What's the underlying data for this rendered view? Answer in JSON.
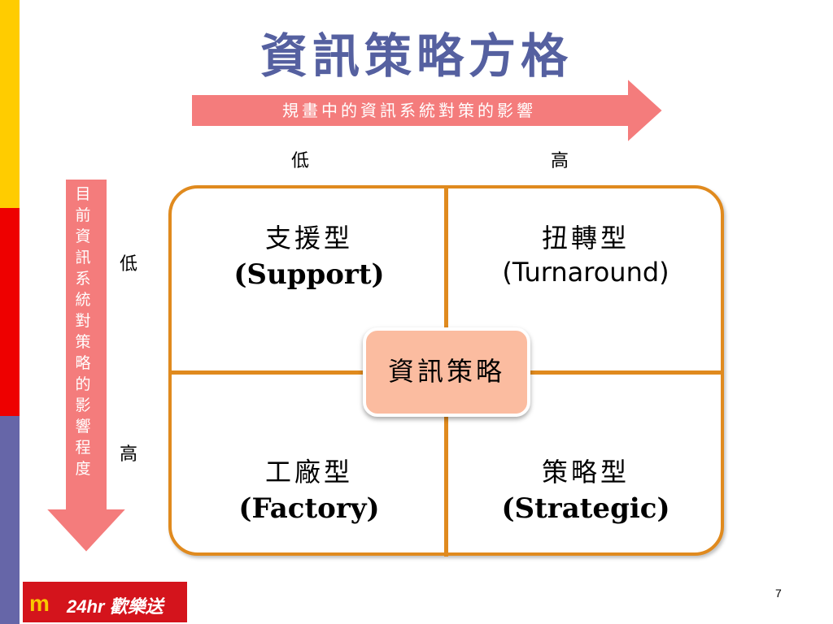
{
  "title": "資訊策略方格",
  "horizontal_arrow": {
    "label": "規畫中的資訊系統對策的影響",
    "low": "低",
    "high": "高"
  },
  "vertical_arrow": {
    "label": [
      "目",
      "前",
      "資",
      "訊",
      "系",
      "統",
      "對",
      "策",
      "略",
      "的",
      "影",
      "響",
      "程",
      "度"
    ],
    "low": "低",
    "high": "高"
  },
  "quadrants": {
    "top_left": {
      "zh": "支援型",
      "en": "(Support)"
    },
    "top_right": {
      "zh": "扭轉型",
      "en": "(Turnaround)"
    },
    "bottom_left": {
      "zh": "工廠型",
      "en": "(Factory)"
    },
    "bottom_right": {
      "zh": "策略型",
      "en": "(Strategic)"
    }
  },
  "center_label": "資訊策略",
  "page_number": "7",
  "logo": {
    "mark": "m",
    "text": "24hr 歡樂送"
  },
  "colors": {
    "accent_border": "#e08a1e",
    "arrow_fill": "#f47c7c",
    "title": "#5560a0",
    "center_fill": "#fbbca0"
  }
}
